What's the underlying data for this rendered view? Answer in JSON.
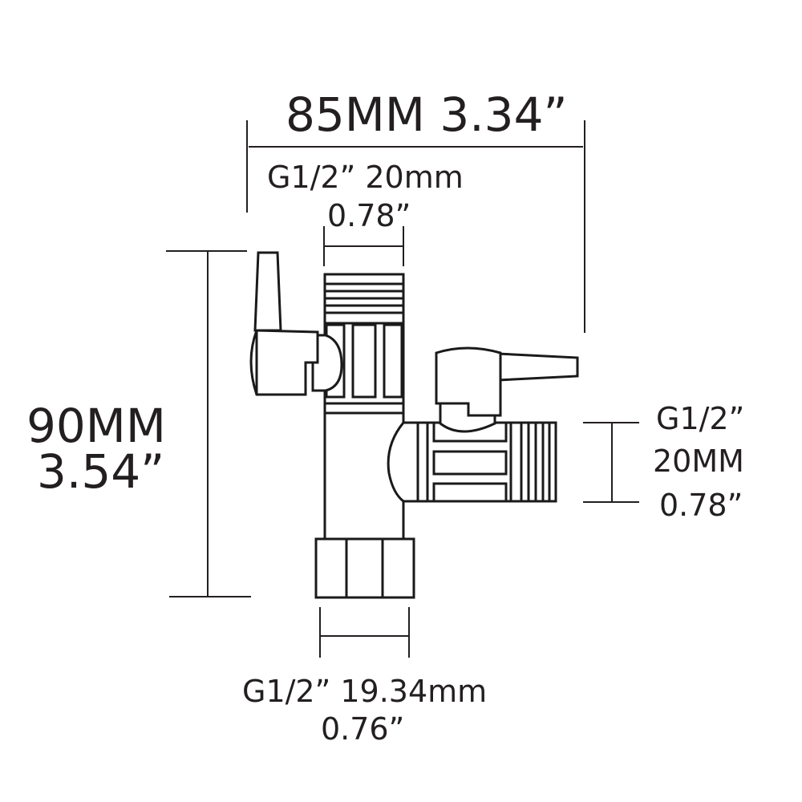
{
  "diagram": {
    "type": "technical-dimension-drawing",
    "subject": "3-way water valve (T-adapter with two shut-off valves)",
    "line_color": "#231f20",
    "background": "#ffffff"
  },
  "dimensions": {
    "overall_width": {
      "metric": "85MM",
      "imperial": "3.34”"
    },
    "overall_height": {
      "metric": "90MM",
      "imperial": "3.54”"
    },
    "top_inlet": {
      "thread": "G1/2”",
      "metric": "20mm",
      "imperial": "0.78”"
    },
    "side_outlet": {
      "thread": "G1/2”",
      "metric": "20MM",
      "imperial": "0.78”"
    },
    "bottom_connector": {
      "thread": "G1/2”",
      "metric": "19.34mm",
      "imperial": "0.76”"
    }
  },
  "labels": {
    "width_label": "85MM 3.34”",
    "top_line1": "G1/2” 20mm",
    "top_line2": "0.78”",
    "height_line1": "90MM",
    "height_line2": "3.54”",
    "side_line1": "G1/2”",
    "side_line2": "20MM",
    "side_line3": "0.78”",
    "bottom_line1": "G1/2” 19.34mm",
    "bottom_line2": "0.76”"
  }
}
